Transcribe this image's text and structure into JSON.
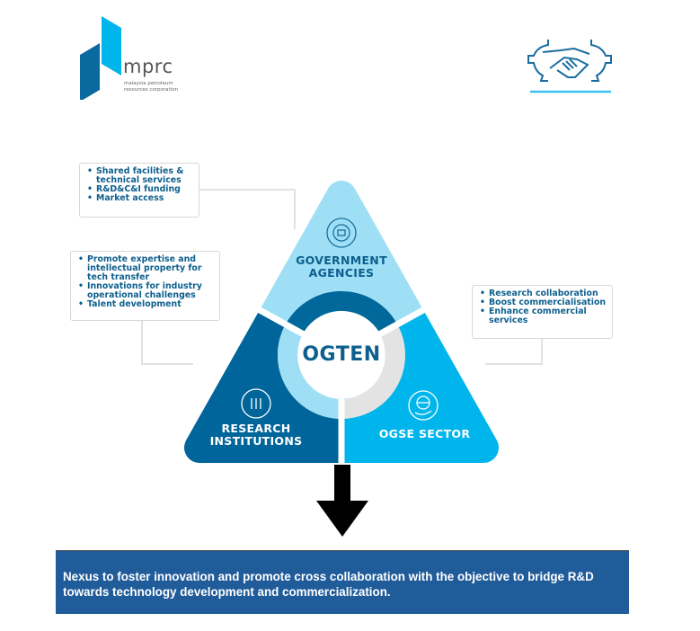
{
  "logo": {
    "name": "mprc",
    "subtitle_line1": "malaysia petroleum",
    "subtitle_line2": "resources corporation"
  },
  "colors": {
    "gov": "#9fdff5",
    "research": "#00659a",
    "ogse": "#00b5ec",
    "ring_top": "#00689a",
    "ring_left": "#9fdff5",
    "ring_right": "#e3e3e3",
    "text": "#0d5f8e",
    "footer": "#205c9a"
  },
  "boxes": {
    "government": [
      "Shared facilities & technical services",
      "R&D&C&I funding",
      "Market access"
    ],
    "research": [
      "Promote expertise and intellectual property for tech transfer",
      "Innovations for industry operational challenges",
      "Talent development"
    ],
    "ogse": [
      "Research collaboration",
      "Boost commercialisation",
      "Enhance commercial services"
    ]
  },
  "diagram": {
    "center": "OGTEN",
    "gov_line1": "GOVERNMENT",
    "gov_line2": "AGENCIES",
    "research_line1": "RESEARCH",
    "research_line2": "INSTITUTIONS",
    "ogse": "OGSE SECTOR"
  },
  "footer": {
    "text": "Nexus to foster innovation and promote cross collaboration with the objective to bridge R&D towards technology development and commercialization."
  }
}
